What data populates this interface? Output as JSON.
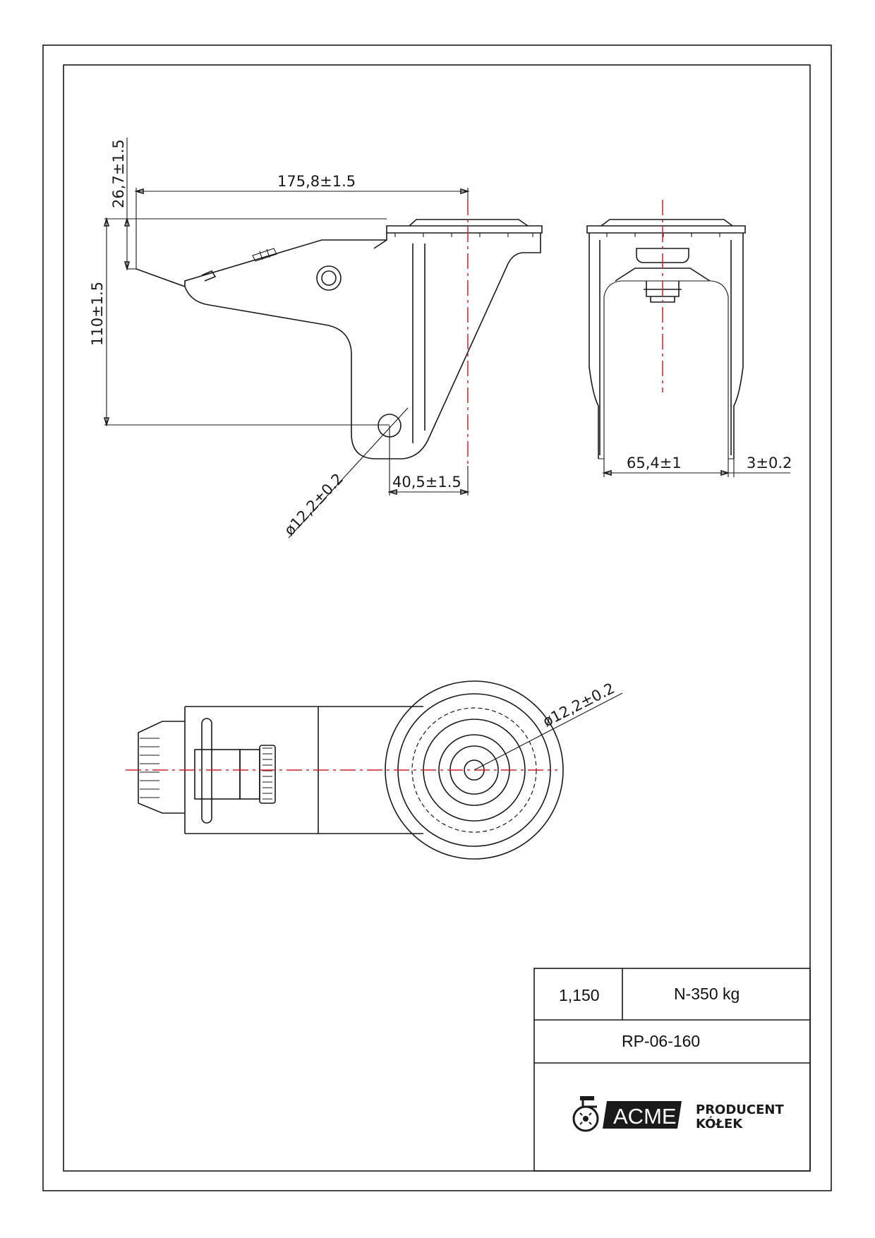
{
  "dimensions": {
    "overall_length": "175,8±1.5",
    "plate_offset": "26,7±1.5",
    "height": "110±1.5",
    "axle_hole_side": "ø12,2±0.2",
    "axle_offset": "40,5±1.5",
    "inner_width": "65,4±1",
    "wall_thickness": "3±0.2",
    "axle_hole_top": "ø12,2±0.2"
  },
  "title_block": {
    "scale": "1,150",
    "load": "N-350 kg",
    "part_number": "RP-06-160",
    "logo_brand": "ACME",
    "logo_line1": "PRODUCENT",
    "logo_line2": "KÓŁEK"
  },
  "colors": {
    "line": "#1a1a1a",
    "centerline": "#d0202a"
  }
}
